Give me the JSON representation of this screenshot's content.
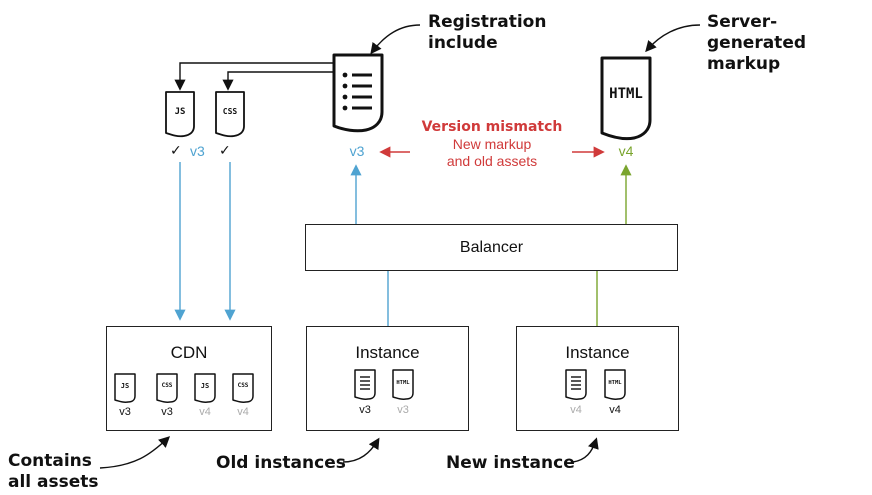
{
  "callouts": {
    "registration": "Registration include",
    "registration_l1": "Registration",
    "registration_l2": "include",
    "server_l1": "Server-generated",
    "server_l2": "markup",
    "contains_l1": "Contains",
    "contains_l2": "all assets",
    "old_instances": "Old instances",
    "new_instance": "New instance"
  },
  "top": {
    "js_label": "JS",
    "css_label": "CSS",
    "check": "✓",
    "js_css_version": "v3",
    "registration_version": "v3",
    "html_label": "HTML",
    "html_version": "v4"
  },
  "mismatch": {
    "title": "Version mismatch",
    "line1": "New markup",
    "line2": "and old assets"
  },
  "balancer": {
    "label": "Balancer"
  },
  "cdn": {
    "label": "CDN",
    "files": [
      {
        "type": "JS",
        "version": "v3"
      },
      {
        "type": "CSS",
        "version": "v3"
      },
      {
        "type": "JS",
        "version": "v4"
      },
      {
        "type": "CSS",
        "version": "v4"
      }
    ]
  },
  "old_instance": {
    "label": "Instance",
    "registration_version": "v3",
    "html_version": "v3"
  },
  "new_instance": {
    "label": "Instance",
    "registration_version": "v4",
    "html_version": "v4"
  },
  "colors": {
    "blue": "#4fa3d1",
    "green": "#7aa52e",
    "red": "#d03a3a",
    "gray": "#aaaaaa"
  }
}
